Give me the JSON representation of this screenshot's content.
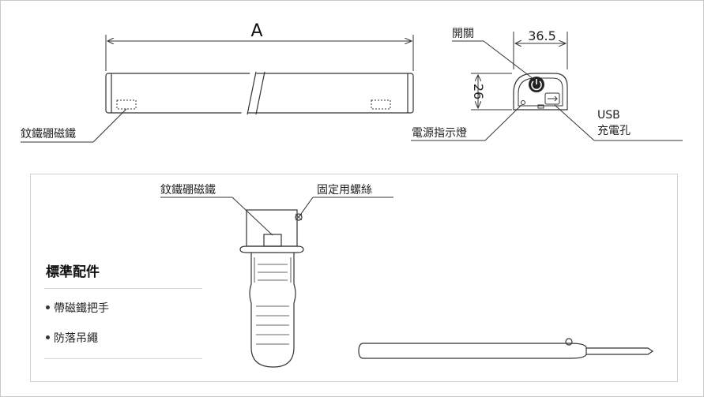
{
  "dimension_a": "A",
  "label_magnet_main": "鈫鐵硼磁鐵",
  "label_switch": "開關",
  "dim_width": "36.5",
  "dim_height": "26",
  "label_power_led": "電源指示燈",
  "label_usb_line1": "USB",
  "label_usb_line2": "充電孔",
  "label_magnet_handle": "鈫鐵硼磁鐵",
  "label_screw": "固定用螺絲",
  "accessories": {
    "title": "標準配件",
    "items": [
      "帶磁鐵把手",
      "防落吊繩"
    ]
  },
  "colors": {
    "line": "#333333",
    "border": "#cfcfcf",
    "text": "#222222"
  }
}
